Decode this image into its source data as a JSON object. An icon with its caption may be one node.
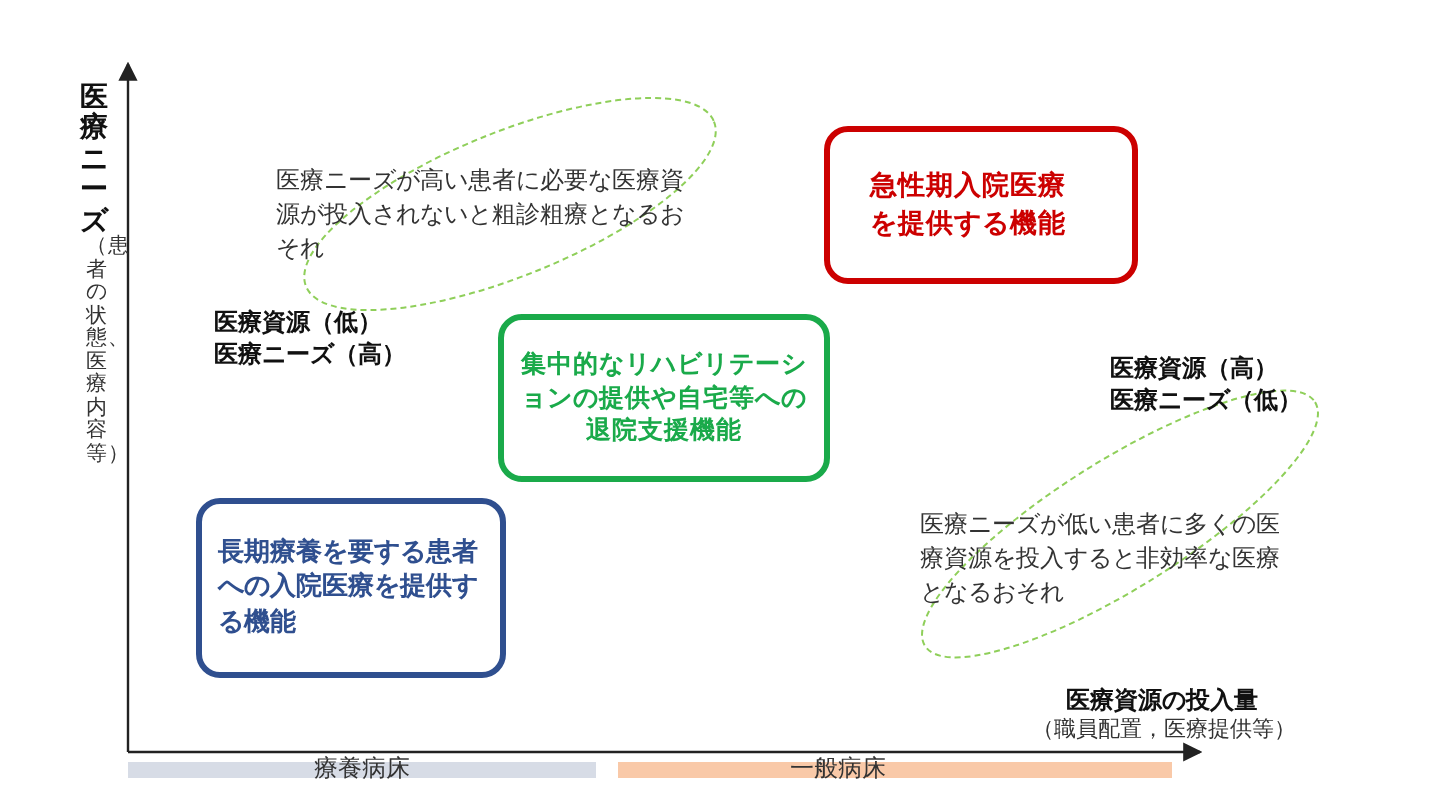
{
  "diagram": {
    "nodes": [
      {
        "text": [
          "急性期入院医療を提供する機能"
        ]
      },
      {
        "text": [
          "集中的なリハビリテーションの提供や自宅等への退院支援機能"
        ]
      },
      {
        "text": [
          "長期療養を要する患者への入院医療を提供する機能"
        ]
      }
    ],
    "labels": [
      "医療ニーズ",
      "（患者の状態、医療内容等）",
      "医療ニーズが高い患者に必要な医療資源が投入されないと粗診粗療となるおそれ",
      "医療資源（低）",
      "医療ニーズ（高）",
      "医療資源（高）",
      "医療ニーズ（低）",
      "医療ニーズが低い患者に多くの医療資源を投入すると非効率な医療となるおそれ",
      "医療資源の投入量",
      "（職員配置，医療提供等）",
      "療養病床",
      "一般病床"
    ]
  }
}
